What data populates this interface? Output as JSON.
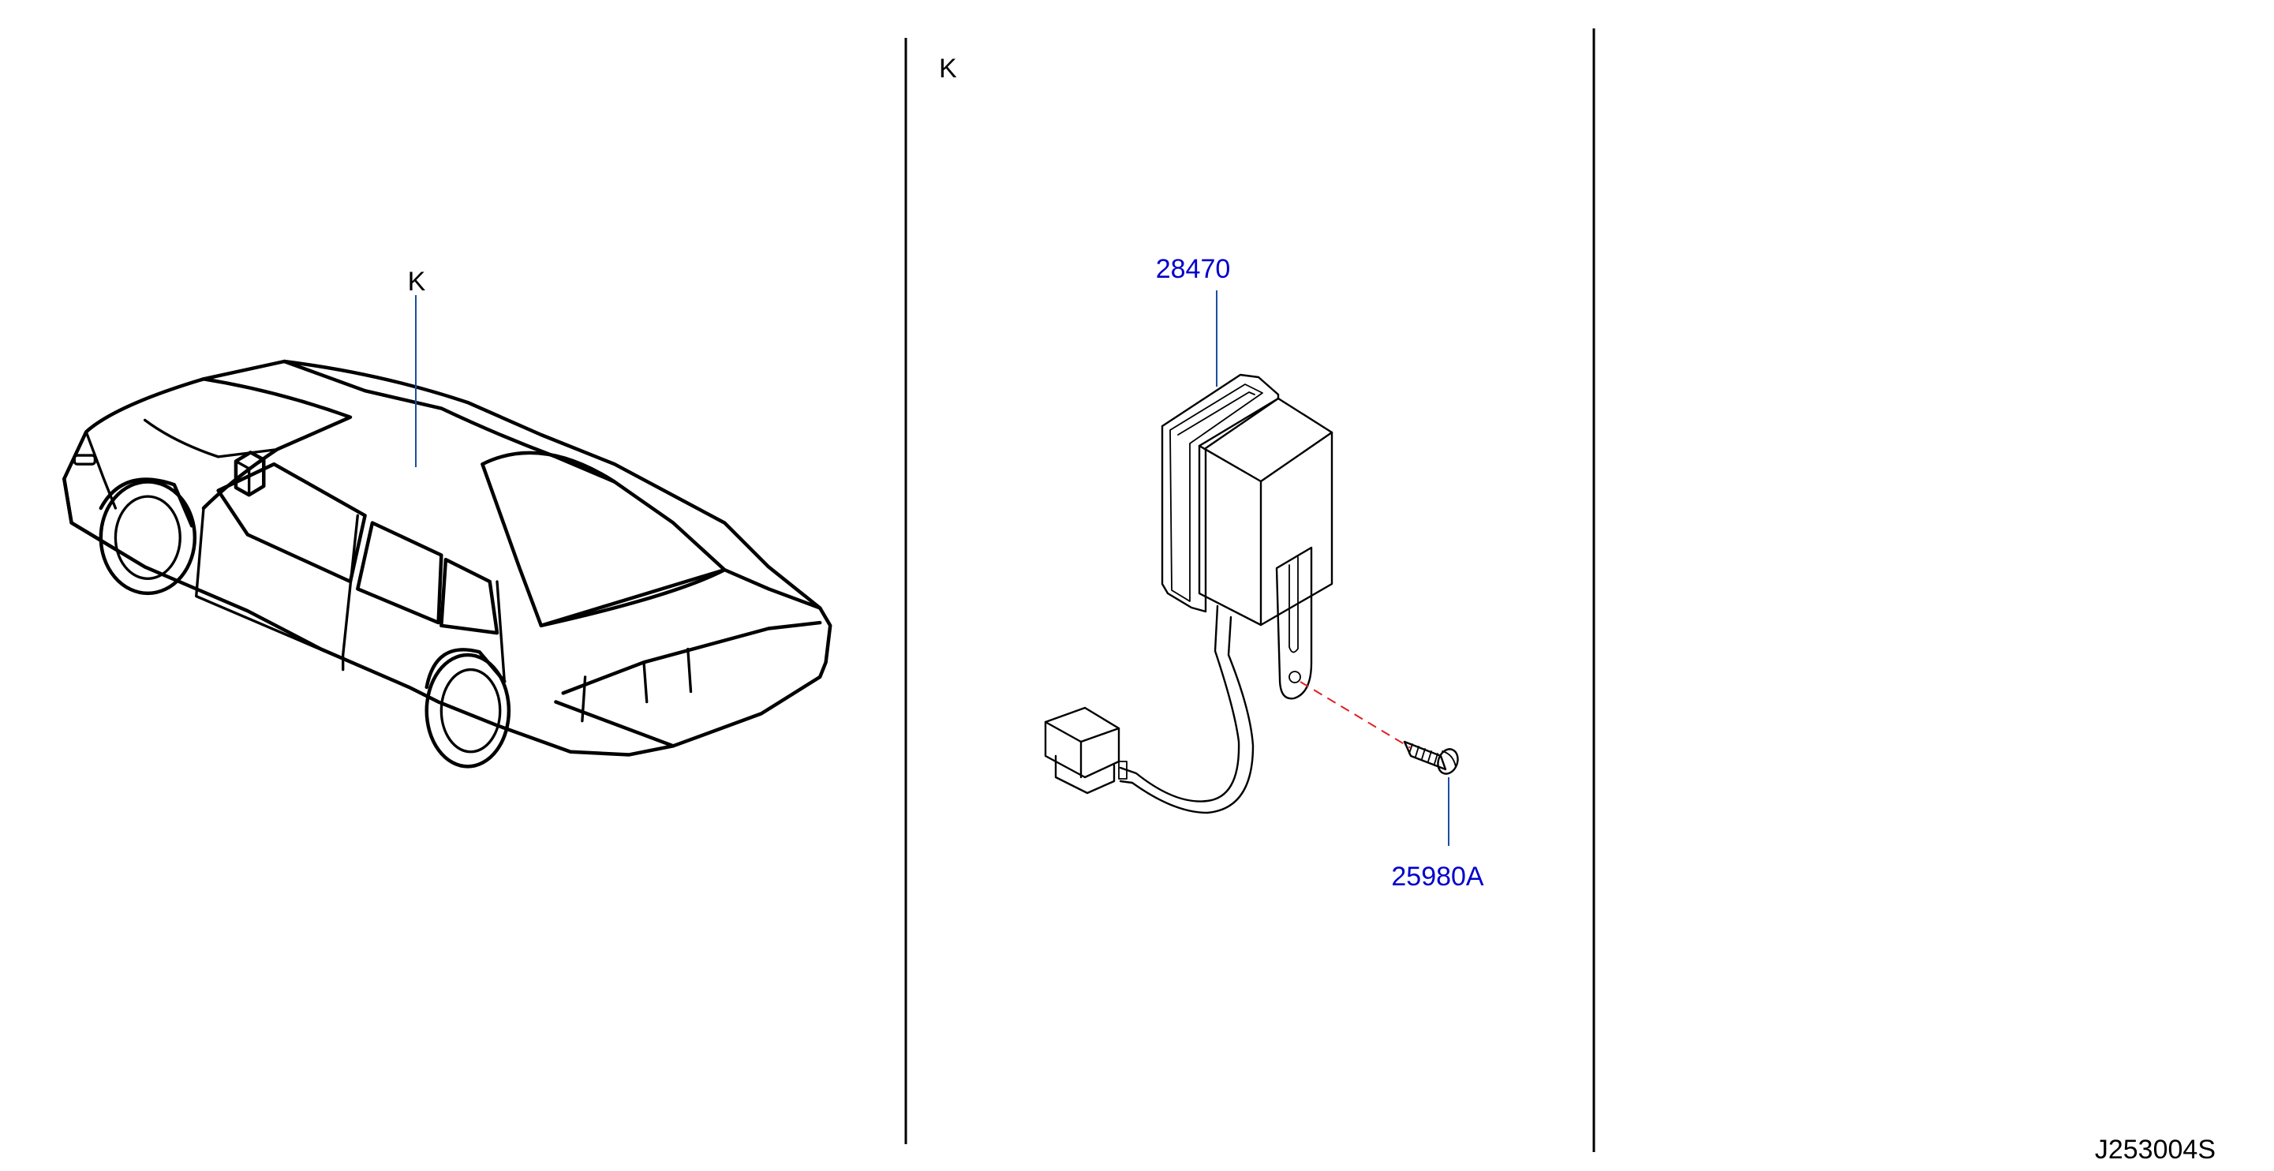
{
  "left_panel": {
    "callout_label": "K"
  },
  "middle_panel": {
    "view_label": "K",
    "parts": [
      {
        "number": "28470"
      },
      {
        "number": "25980A"
      }
    ]
  },
  "footer": {
    "diagram_id": "J253004S"
  },
  "colors": {
    "part_number": "#0000cc",
    "leader_line": "#1a4fa0",
    "mounting_dash": "#e02020",
    "linework": "#000000"
  }
}
